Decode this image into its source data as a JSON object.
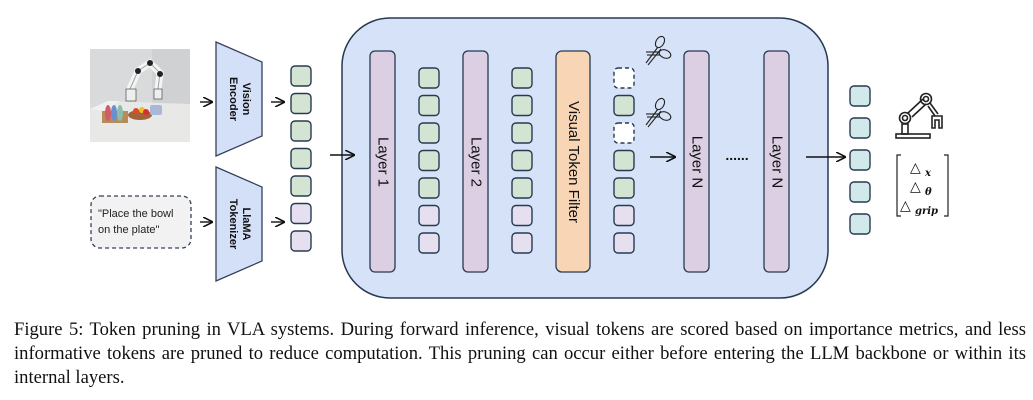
{
  "figure": {
    "input_image": {
      "description": "robot arm at table with dish rack and fruit bowl"
    },
    "instruction_text_line1": "\"Place the bowl",
    "instruction_text_line2": "on the plate\"",
    "vision_encoder": {
      "line1": "Vision",
      "line2": "Encoder"
    },
    "tokenizer": {
      "line1": "LlaMA",
      "line2": "Tokenizer"
    },
    "layers": {
      "layer1": "Layer 1",
      "layer2": "Layer 2",
      "filter": "Visual Token Filter",
      "layerN_a": "Layer N",
      "layerN_b": "Layer N",
      "ellipsis": "......"
    },
    "token_columns": {
      "input": [
        "visual",
        "visual",
        "visual",
        "visual",
        "visual",
        "text",
        "text"
      ],
      "after_layer1": [
        "visual",
        "visual",
        "visual",
        "visual",
        "visual",
        "text",
        "text"
      ],
      "after_layer2": [
        "visual",
        "visual",
        "visual",
        "visual",
        "visual",
        "text",
        "text"
      ],
      "after_filter": [
        "pruned",
        "visual",
        "pruned",
        "visual",
        "visual",
        "text",
        "text"
      ],
      "output": [
        "action",
        "action",
        "action",
        "action",
        "action"
      ]
    },
    "action_vector": {
      "row1": "△",
      "row1_sub": "x",
      "row2": "△",
      "row2_sub": "θ",
      "row3": "△",
      "row3_sub": "grip"
    },
    "icons": [
      "scissors-icon",
      "scissors-icon",
      "robot-arm-icon"
    ],
    "colors": {
      "backbone_fill": "#d6e2f7",
      "encoder_fill": "#d4e0f8",
      "layer_fill": "#dccfe4",
      "filter_fill": "#f8d5b5",
      "visual_token": "#d3e4d2",
      "text_token": "#e5dff0",
      "action_token": "#d2e9ea",
      "stroke": "#273a52"
    }
  },
  "caption": "Figure 5: Token pruning in VLA systems. During forward inference, visual tokens are scored based on importance metrics, and less informative tokens are pruned to reduce computation. This pruning can occur either before entering the LLM backbone or within its internal layers."
}
